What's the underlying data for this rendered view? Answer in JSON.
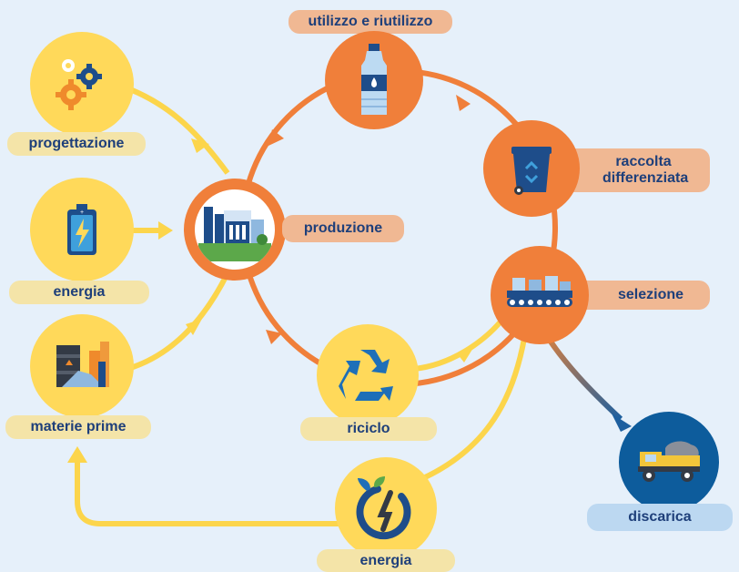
{
  "colors": {
    "background": "#e6f0fa",
    "cycle_orange": "#f07f3a",
    "input_yellow": "#ffd95a",
    "flow_yellow": "#fcd54b",
    "landfill_blue": "#0d5c9c",
    "label_text": "#1e3f7a"
  },
  "inputs": {
    "design": {
      "label": "progettazione",
      "icon": "gears-icon"
    },
    "energy": {
      "label": "energia",
      "icon": "battery-icon"
    },
    "raw": {
      "label": "materie prime",
      "icon": "raw-materials-icon"
    }
  },
  "cycle": {
    "production": {
      "label": "produzione",
      "icon": "factory-icon"
    },
    "use": {
      "label": "utilizzo e riutilizzo",
      "icon": "water-bottle-icon"
    },
    "collection": {
      "label": "raccolta differenziata",
      "icon": "recycle-bin-icon"
    },
    "sorting": {
      "label": "selezione",
      "icon": "conveyor-belt-icon"
    },
    "recycling": {
      "label": "riciclo",
      "icon": "recycle-arrows-icon"
    }
  },
  "outputs": {
    "energy": {
      "label": "energia",
      "icon": "energy-leaf-icon"
    },
    "landfill": {
      "label": "discarica",
      "icon": "dump-truck-icon"
    }
  }
}
